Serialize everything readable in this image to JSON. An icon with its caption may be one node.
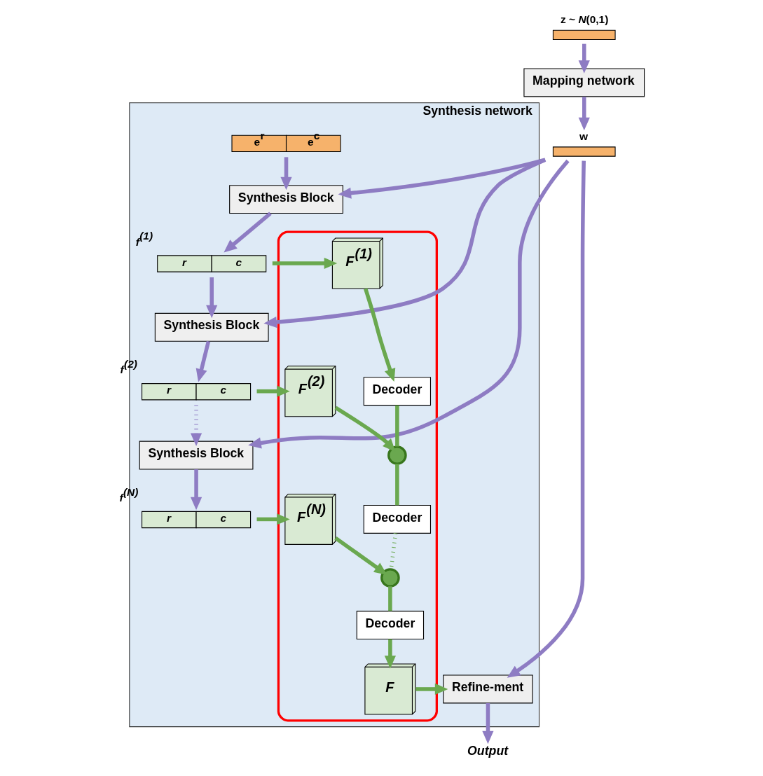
{
  "diagram": {
    "nodes": [
      {
        "text": [
          "z ~ *N*(0,1)"
        ]
      },
      {
        "text": [
          "Mapping network"
        ]
      },
      {
        "text": [
          "w"
        ]
      },
      {
        "text": [
          "Synthesis network"
        ]
      },
      {
        "text": [
          "e$^{r}$",
          "e$^{c}$"
        ],
        "in": 3
      },
      {
        "text": [
          "Synthesis Block"
        ],
        "in": 3
      },
      {
        "text": [
          "r",
          "c"
        ],
        "in": 3,
        "beside": [
          "f$^{(1)}$"
        ]
      },
      {
        "text": [
          "Synthesis Block"
        ],
        "in": 3
      },
      {
        "text": [
          "r",
          "c"
        ],
        "in": 3,
        "beside": [
          "f$^{(2)}$"
        ]
      },
      {
        "text": [
          "Synthesis Block"
        ],
        "in": 3
      },
      {
        "text": [
          "r",
          "c"
        ],
        "in": 3,
        "beside": [
          "f$^{(N)}$"
        ]
      },
      {
        "text": [
          "Refine-ment"
        ],
        "in": 3
      },
      {
        "text": [],
        "shape": "box",
        "in": 3
      },
      {
        "text": [
          "F$^{(1)}$"
        ],
        "in": 12
      },
      {
        "text": [
          "Decoder"
        ],
        "in": 12
      },
      {
        "text": [
          "F$^{(2)}$"
        ],
        "in": 12
      },
      {
        "text": [],
        "shape": "circle",
        "in": 12
      },
      {
        "text": [
          "Decoder"
        ],
        "in": 12
      },
      {
        "text": [
          "F$^{(N)}$"
        ],
        "in": 12
      },
      {
        "text": [],
        "shape": "circle",
        "in": 12
      },
      {
        "text": [
          "Decoder"
        ],
        "in": 12
      },
      {
        "text": [
          "F"
        ],
        "in": 12
      },
      {
        "text": [
          "Output"
        ]
      }
    ],
    "edges": [
      {
        "from": 0,
        "to": 1,
        "arrow": "to"
      },
      {
        "from": 1,
        "to": 2,
        "arrow": "to"
      },
      {
        "from": 2,
        "to": 5,
        "arrow": "to"
      },
      {
        "from": 2,
        "to": 7,
        "arrow": "to"
      },
      {
        "from": 2,
        "to": 9,
        "arrow": "to"
      },
      {
        "from": 2,
        "to": 11,
        "arrow": "to"
      },
      {
        "from": 4,
        "to": 5,
        "arrow": "to"
      },
      {
        "from": 5,
        "to": 6,
        "arrow": "to"
      },
      {
        "from": 6,
        "to": 7,
        "arrow": "to"
      },
      {
        "from": 7,
        "to": 8,
        "arrow": "to"
      },
      {
        "from": 8,
        "to": 9,
        "arrow": "to",
        "style": "dashed"
      },
      {
        "from": 9,
        "to": 10,
        "arrow": "to"
      },
      {
        "from": 6,
        "to": 13,
        "arrow": "to",
        "color": "#6aa84f"
      },
      {
        "from": 8,
        "to": 15,
        "arrow": "to",
        "color": "#6aa84f"
      },
      {
        "from": 10,
        "to": 18,
        "arrow": "to",
        "color": "#6aa84f"
      },
      {
        "from": 13,
        "to": 14,
        "arrow": "to",
        "color": "#6aa84f"
      },
      {
        "from": 14,
        "to": 16,
        "arrow": "none",
        "color": "#6aa84f"
      },
      {
        "from": 15,
        "to": 16,
        "arrow": "to",
        "color": "#6aa84f"
      },
      {
        "from": 16,
        "to": 17,
        "arrow": "none",
        "color": "#6aa84f"
      },
      {
        "from": 17,
        "to": 19,
        "arrow": "none",
        "style": "dashed",
        "color": "#6aa84f"
      },
      {
        "from": 18,
        "to": 19,
        "arrow": "to",
        "color": "#6aa84f"
      },
      {
        "from": 19,
        "to": 20,
        "arrow": "none",
        "color": "#6aa84f"
      },
      {
        "from": 20,
        "to": 21,
        "arrow": "to",
        "color": "#6aa84f"
      },
      {
        "from": 21,
        "to": 11,
        "arrow": "to",
        "color": "#6aa84f"
      },
      {
        "from": 11,
        "to": 22,
        "arrow": "to"
      }
    ]
  }
}
